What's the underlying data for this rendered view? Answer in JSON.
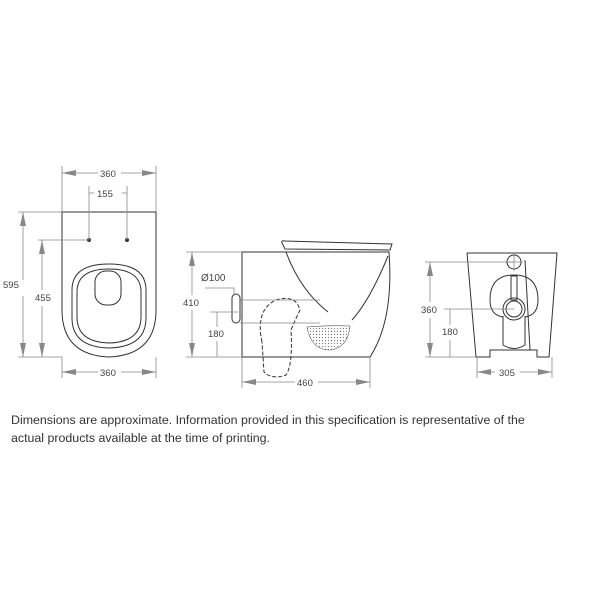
{
  "top_view": {
    "width_top": "360",
    "hole_spacing": "155",
    "overall_length": "595",
    "hole_to_front": "455",
    "width_bottom": "360"
  },
  "side_view": {
    "height": "410",
    "outlet_diameter": "Ø100",
    "outlet_height": "180",
    "depth": "460"
  },
  "front_view": {
    "height": "360",
    "outlet_height": "180",
    "base_width": "305"
  },
  "caption": {
    "line1": "Dimensions are approximate. Information provided in this specification is representative of the",
    "line2": "actual products available at the time of printing."
  }
}
